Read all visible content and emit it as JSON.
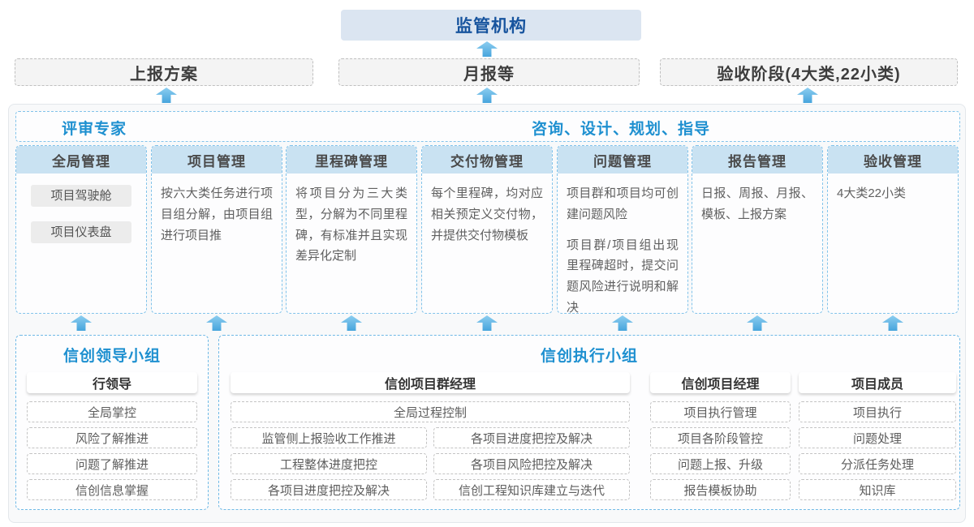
{
  "top": {
    "regulator": "监管机构"
  },
  "row2": {
    "left": "上报方案",
    "middle": "月报等",
    "right": "验收阶段(4大类,22小类)"
  },
  "strip": {
    "left": "评审专家",
    "right": "咨询、设计、规划、指导"
  },
  "columns": [
    {
      "header": "全局管理",
      "pills": [
        "项目驾驶舱",
        "项目仪表盘"
      ]
    },
    {
      "header": "项目管理",
      "paragraphs": [
        "按六大类任务进行项目组分解，由项目组进行项目推"
      ]
    },
    {
      "header": "里程碑管理",
      "paragraphs": [
        "将项目分为三大类型，分解为不同里程碑，有标准并且实现差异化定制"
      ]
    },
    {
      "header": "交付物管理",
      "paragraphs": [
        "每个里程碑，均对应相关预定义交付物，并提供交付物模板"
      ]
    },
    {
      "header": "问题管理",
      "paragraphs": [
        "项目群和项目均可创建问题风险",
        "项目群/项目组出现里程碑超时，提交问题风险进行说明和解决"
      ]
    },
    {
      "header": "报告管理",
      "paragraphs": [
        "日报、周报、月报、模板、上报方案"
      ]
    },
    {
      "header": "验收管理",
      "paragraphs": [
        "4大类22小类"
      ]
    }
  ],
  "leader_group": {
    "title": "信创领导小组",
    "role": "行领导",
    "items": [
      "全局掌控",
      "风险了解推进",
      "问题了解推进",
      "信创信息掌握"
    ]
  },
  "exec_group": {
    "title": "信创执行小组",
    "program_manager": {
      "role": "信创项目群经理",
      "full_item": "全局过程控制",
      "left_items": [
        "监管侧上报验收工作推进",
        "工程整体进度把控",
        "各项目进度把控及解决"
      ],
      "right_items": [
        "各项目进度把控及解决",
        "各项目风险把控及解决",
        "信创工程知识库建立与迭代"
      ]
    },
    "project_manager": {
      "role": "信创项目经理",
      "items": [
        "项目执行管理",
        "项目各阶段管控",
        "问题上报、升级",
        "报告模板协助"
      ]
    },
    "member": {
      "role": "项目成员",
      "items": [
        "项目执行",
        "问题处理",
        "分派任务处理",
        "知识库"
      ]
    }
  },
  "colors": {
    "accent_blue": "#1e90d0",
    "navy_text": "#17549e",
    "regulator_bg": "#dbe5f1",
    "column_header_bg": "#c9e2f2",
    "dashed_blue_border": "#82c3ea",
    "arrow_blue": "#47a5dd"
  }
}
